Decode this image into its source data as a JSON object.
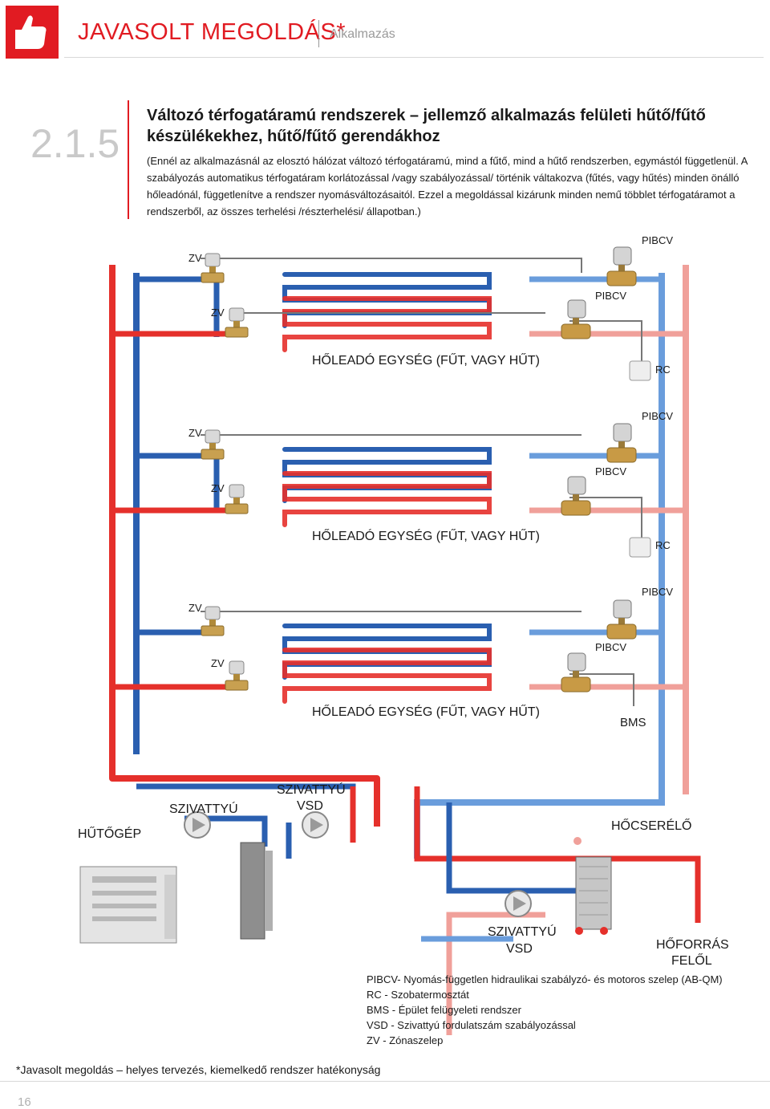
{
  "header": {
    "title": "JAVASOLT MEGOLDÁS*",
    "subtitle": "Alkalmazás"
  },
  "section": {
    "number": "2.1.5",
    "title": "Változó térfogatáramú rendszerek – jellemző alkalmazás felületi hűtő/fűtő készülékekhez, hűtő/fűtő gerendákhoz",
    "intro": "(Ennél az alkalmazásnál az elosztó hálózat változó térfogatáramú, mind a fűtő, mind a hűtő rendszerben, egymástól függetlenül. A szabályozás automatikus térfogatáram korlátozással /vagy szabályozással/ történik váltakozva (fűtés, vagy hűtés) minden önálló hőleadónál, függetlenítve a rendszer nyomásváltozásaitól. Ezzel a megoldással kizárunk minden nemű többlet térfogatáramot a rendszerből, az összes terhelési /részterhelési/ állapotban.)"
  },
  "diagram": {
    "zv": "ZV",
    "pibcv": "PIBCV",
    "rc": "RC",
    "bms": "BMS",
    "unit_label": "HŐLEADÓ EGYSÉG (FŰT, VAGY HŰT)",
    "chiller": "HŰTŐGÉP",
    "pump": "SZIVATTYÚ",
    "pump_vsd_line1": "SZIVATTYÚ",
    "pump_vsd_line2": "VSD",
    "heat_exchanger": "HŐCSERÉLŐ",
    "pump_vsd2_line1": "SZIVATTYÚ",
    "pump_vsd2_line2": "VSD",
    "source_line1": "HŐFORRÁS",
    "source_line2": "FELŐL",
    "colors": {
      "hot": "#e5302b",
      "cold": "#2a5fb0",
      "cold_light": "#6a9ddc",
      "hot_light": "#f0a09a",
      "return": "#8a8a8a"
    }
  },
  "legend": [
    "PIBCV- Nyomás-független hidraulikai szabályzó- és motoros szelep (AB-QM)",
    "RC - Szobatermosztát",
    "BMS - Épület felügyeleti rendszer",
    "VSD - Szivattyú fordulatszám szabályozással",
    "ZV - Zónaszelep"
  ],
  "footnote": "*Javasolt megoldás – helyes tervezés, kiemelkedő rendszer hatékonyság",
  "page_number": "16"
}
